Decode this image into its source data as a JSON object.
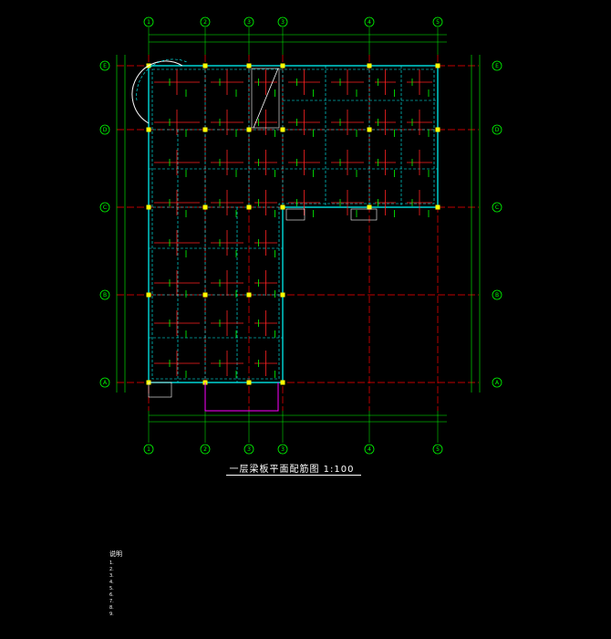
{
  "drawing": {
    "title": "一层梁板平面配筋图 1:100",
    "notes_title": "说明",
    "notes": [
      "1.",
      "2.",
      "3.",
      "4.",
      "5.",
      "6.",
      "7.",
      "8.",
      "9."
    ]
  },
  "axes": {
    "columns": [
      "1",
      "2",
      "3",
      "3",
      "4",
      "5"
    ],
    "rows": [
      "E",
      "D",
      "C",
      "B",
      "A"
    ]
  },
  "colors": {
    "background": "#000000",
    "grid": "#00ff00",
    "beam": "#00ffff",
    "axis_line": "#ff0000",
    "rebar": "#ff2222",
    "column": "#ffff00",
    "stair": "#ffffff",
    "balcony": "#ff00ff"
  }
}
